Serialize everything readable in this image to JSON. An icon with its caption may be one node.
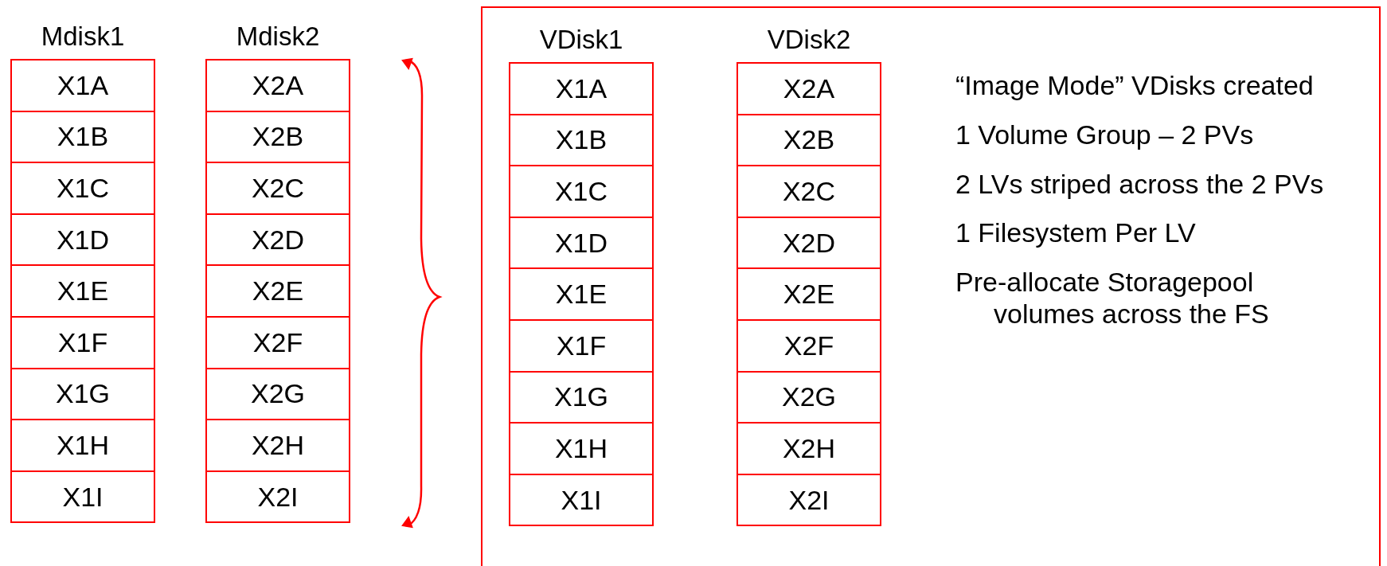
{
  "diagram": {
    "nodes": [
      {
        "text": [
          "Mdisk1"
        ]
      },
      {
        "text": [
          "X1A"
        ],
        "in": 0
      },
      {
        "text": [
          "X1B"
        ],
        "in": 0
      },
      {
        "text": [
          "X1C"
        ],
        "in": 0
      },
      {
        "text": [
          "X1D"
        ],
        "in": 0
      },
      {
        "text": [
          "X1E"
        ],
        "in": 0
      },
      {
        "text": [
          "X1F"
        ],
        "in": 0
      },
      {
        "text": [
          "X1G"
        ],
        "in": 0
      },
      {
        "text": [
          "X1H"
        ],
        "in": 0
      },
      {
        "text": [
          "X1I"
        ],
        "in": 0
      },
      {
        "text": [
          "Mdisk2"
        ]
      },
      {
        "text": [
          "X2A"
        ],
        "in": 10
      },
      {
        "text": [
          "X2B"
        ],
        "in": 10
      },
      {
        "text": [
          "X2C"
        ],
        "in": 10
      },
      {
        "text": [
          "X2D"
        ],
        "in": 10
      },
      {
        "text": [
          "X2E"
        ],
        "in": 10
      },
      {
        "text": [
          "X2F"
        ],
        "in": 10
      },
      {
        "text": [
          "X2G"
        ],
        "in": 10
      },
      {
        "text": [
          "X2H"
        ],
        "in": 10
      },
      {
        "text": [
          "X2I"
        ],
        "in": 10
      },
      {
        "text": [],
        "shape": "box"
      },
      {
        "text": [
          "VDisk1"
        ],
        "in": 20
      },
      {
        "text": [
          "X1A"
        ],
        "in": 21
      },
      {
        "text": [
          "X1B"
        ],
        "in": 21
      },
      {
        "text": [
          "X1C"
        ],
        "in": 21
      },
      {
        "text": [
          "X1D"
        ],
        "in": 21
      },
      {
        "text": [
          "X1E"
        ],
        "in": 21
      },
      {
        "text": [
          "X1F"
        ],
        "in": 21
      },
      {
        "text": [
          "X1G"
        ],
        "in": 21
      },
      {
        "text": [
          "X1H"
        ],
        "in": 21
      },
      {
        "text": [
          "X1I"
        ],
        "in": 21
      },
      {
        "text": [
          "VDisk2"
        ],
        "in": 20
      },
      {
        "text": [
          "X2A"
        ],
        "in": 31
      },
      {
        "text": [
          "X2B"
        ],
        "in": 31
      },
      {
        "text": [
          "X2C"
        ],
        "in": 31
      },
      {
        "text": [
          "X2D"
        ],
        "in": 31
      },
      {
        "text": [
          "X2E"
        ],
        "in": 31
      },
      {
        "text": [
          "X2F"
        ],
        "in": 31
      },
      {
        "text": [
          "X2G"
        ],
        "in": 31
      },
      {
        "text": [
          "X2H"
        ],
        "in": 31
      },
      {
        "text": [
          "X2I"
        ],
        "in": 31
      }
    ],
    "labels": [
      "“Image Mode” VDisks created",
      "1 Volume Group – 2 PVs",
      "2 LVs striped across the 2 PVs",
      "1 Filesystem Per LV",
      "Pre-allocate Storagepool volumes across the FS"
    ]
  }
}
